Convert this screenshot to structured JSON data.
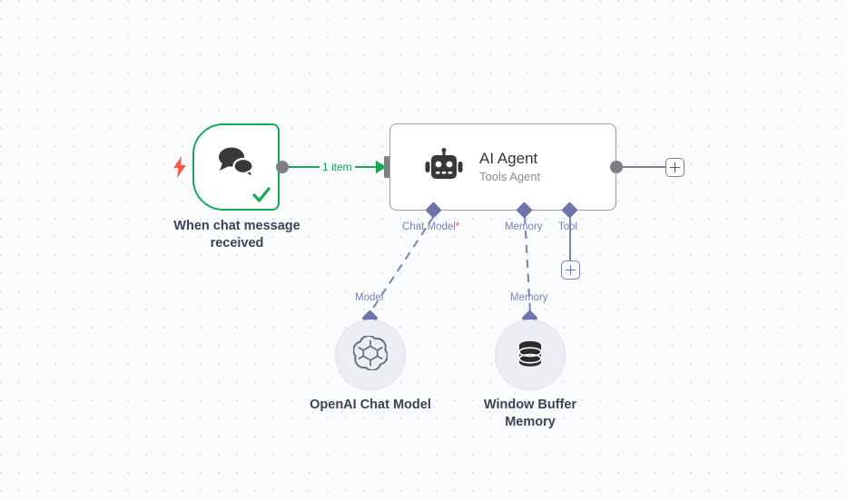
{
  "canvas": {
    "background_color": "#fafbfc",
    "grid_dot_color": "#dcdfe6",
    "grid_spacing": 20
  },
  "colors": {
    "trigger_border": "#18a957",
    "success_green": "#14a05a",
    "connector_purple": "#6d73ab",
    "port_label_purple": "#7b80b5",
    "required_asterisk_red": "#f0564a",
    "node_border_gray": "#9a9ca3",
    "caption_text": "#3d4257",
    "subtitle_text": "#8a8c93",
    "bolt_red": "#fa5a4b"
  },
  "nodes": {
    "trigger": {
      "caption": "When chat message\nreceived",
      "icon": "chat-bubbles-icon",
      "status_icon": "check-mark-icon",
      "trigger_icon": "lightning-bolt-icon"
    },
    "agent": {
      "title": "AI Agent",
      "subtitle": "Tools Agent",
      "icon": "robot-icon"
    },
    "chat_model": {
      "caption": "OpenAI Chat Model",
      "icon": "openai-logo-icon",
      "port_label": "Model"
    },
    "memory": {
      "caption": "Window Buffer\nMemory",
      "icon": "database-icon",
      "port_label": "Memory"
    }
  },
  "agent_ports": [
    {
      "label": "Chat Model",
      "required": true,
      "required_marker": "*"
    },
    {
      "label": "Memory",
      "required": false,
      "required_marker": ""
    },
    {
      "label": "Tool",
      "required": false,
      "required_marker": ""
    }
  ],
  "connections": {
    "trigger_to_agent_label": "1 item"
  },
  "buttons": {
    "add_main_node": "+",
    "add_tool_node": "+"
  }
}
